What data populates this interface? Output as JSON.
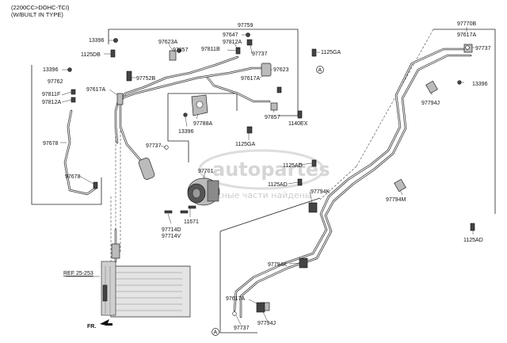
{
  "header": {
    "line1": "(2200CC>DOHC-TCI)",
    "line2": "(W/BUILT IN TYPE)"
  },
  "watermark": {
    "brand": "autopartes",
    "tagline": "Запасные части найдены"
  },
  "ref_note": "REF 25-253",
  "front_label": "FR.",
  "connector_label": "A",
  "part_labels": [
    "97759",
    "13396",
    "1125DB",
    "97623A",
    "97857",
    "97647",
    "97812A",
    "97811B",
    "97737",
    "1125GA",
    "13396",
    "97762",
    "97752B",
    "97617A",
    "97623",
    "97617A",
    "97811F",
    "97812A",
    "97857",
    "1140EX",
    "97788A",
    "13396",
    "97678",
    "97737",
    "1125GA",
    "97701",
    "97678",
    "11671",
    "97714D",
    "97714V",
    "97770B",
    "97617A",
    "97737",
    "13396",
    "97794J",
    "1125AD",
    "1125AD",
    "97794K",
    "97794M",
    "1125AD",
    "97794K",
    "97617A",
    "97737",
    "97794J"
  ]
}
